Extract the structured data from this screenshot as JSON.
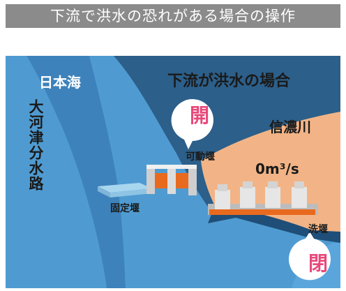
{
  "banner": {
    "title": "下流で洪水の恐れがある場合の操作"
  },
  "diagram": {
    "heading": "下流が洪水の場合",
    "sea_label": "日本海",
    "channel_label": "大河津分水路",
    "river_label": "信濃川",
    "flow_value": "0m³/s",
    "movable_weir": {
      "label": "可動堰",
      "status": "開"
    },
    "fixed_weir": {
      "label": "固定堰"
    },
    "flush_weir": {
      "label": "洗堰",
      "status": "閉"
    }
  },
  "colors": {
    "background": "#2c5f8a",
    "sea_water": "#4f9bd1",
    "river_land": "#f2b486",
    "gate_orange": "#e86a1e",
    "badge_text": "#e8487a"
  }
}
